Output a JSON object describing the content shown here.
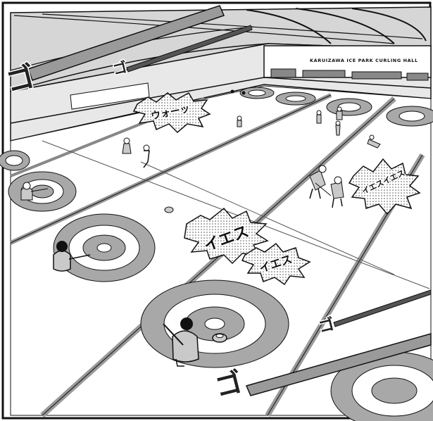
{
  "signage": {
    "arena_sign": "KARUIZAWA ICE PARK CURLING HALL"
  },
  "shouts": {
    "top": "ウォーッ",
    "center": "イエス",
    "lower": "イエス",
    "right": "イエスイエス"
  },
  "sound_effects": {
    "top_large": "ゴ",
    "top_small": "ゴ",
    "bottom_large": "ゴ",
    "bottom_small": "ゴ"
  },
  "colors": {
    "ice": "#ffffff",
    "ring": "#a8a8a8",
    "ink": "#111111",
    "wall": "#d0d0d0",
    "tone": "#bdbdbd"
  }
}
